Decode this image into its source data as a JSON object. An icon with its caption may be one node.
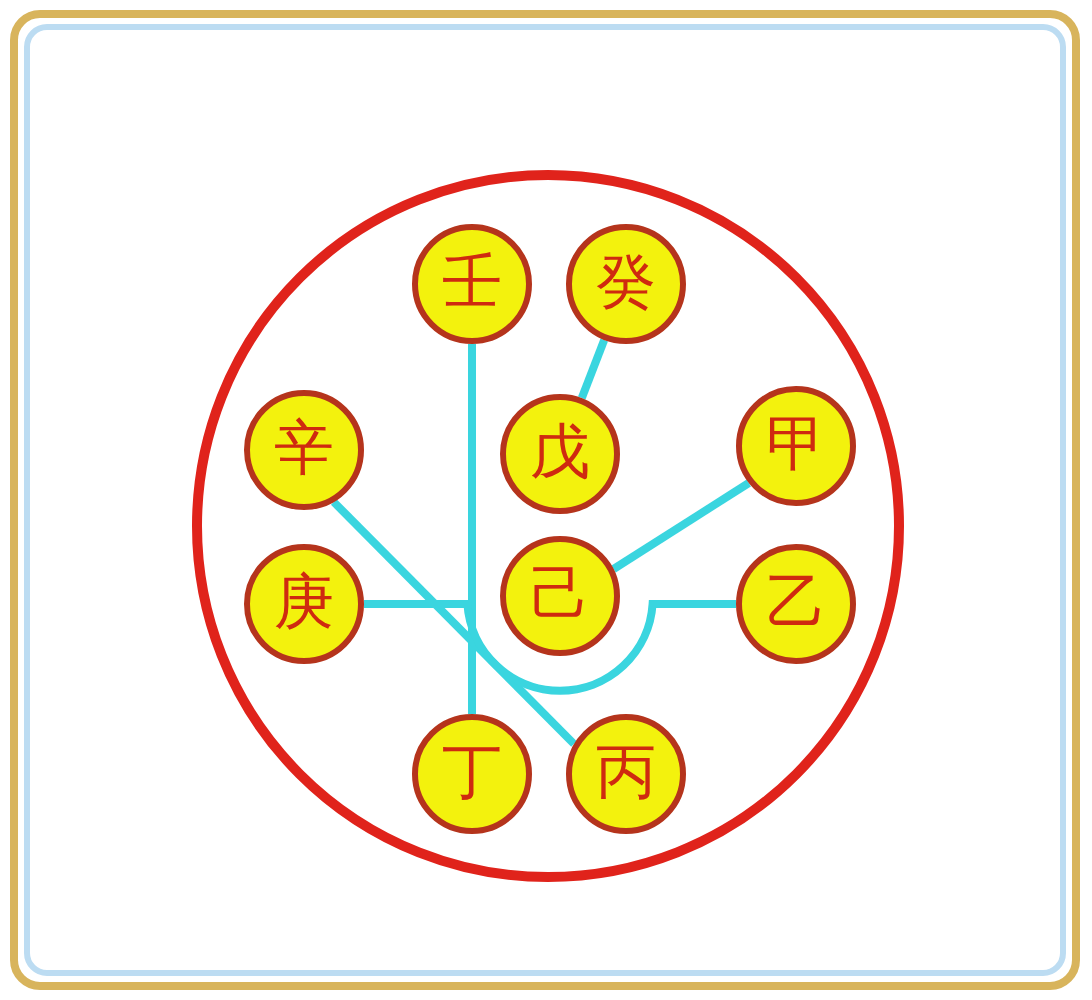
{
  "diagram": {
    "nodes": [
      {
        "text": [],
        "shape": "circle"
      },
      {
        "text": [
          "壬"
        ],
        "in": 0
      },
      {
        "text": [
          "癸"
        ],
        "in": 0
      },
      {
        "text": [
          "辛"
        ],
        "in": 0
      },
      {
        "text": [
          "戊"
        ],
        "in": 0
      },
      {
        "text": [
          "甲"
        ],
        "in": 0
      },
      {
        "text": [
          "庚"
        ],
        "in": 0
      },
      {
        "text": [
          "己"
        ],
        "in": 0
      },
      {
        "text": [
          "乙"
        ],
        "in": 0
      },
      {
        "text": [
          "丁"
        ],
        "in": 0
      },
      {
        "text": [
          "丙"
        ],
        "in": 0
      }
    ],
    "edges": [
      {
        "from": 1,
        "to": 9,
        "arrow": "none"
      },
      {
        "from": 2,
        "to": 4,
        "arrow": "none"
      },
      {
        "from": 3,
        "to": 10,
        "arrow": "none"
      },
      {
        "from": 5,
        "to": 7,
        "arrow": "none"
      },
      {
        "from": 6,
        "to": 8,
        "arrow": "none"
      }
    ]
  }
}
